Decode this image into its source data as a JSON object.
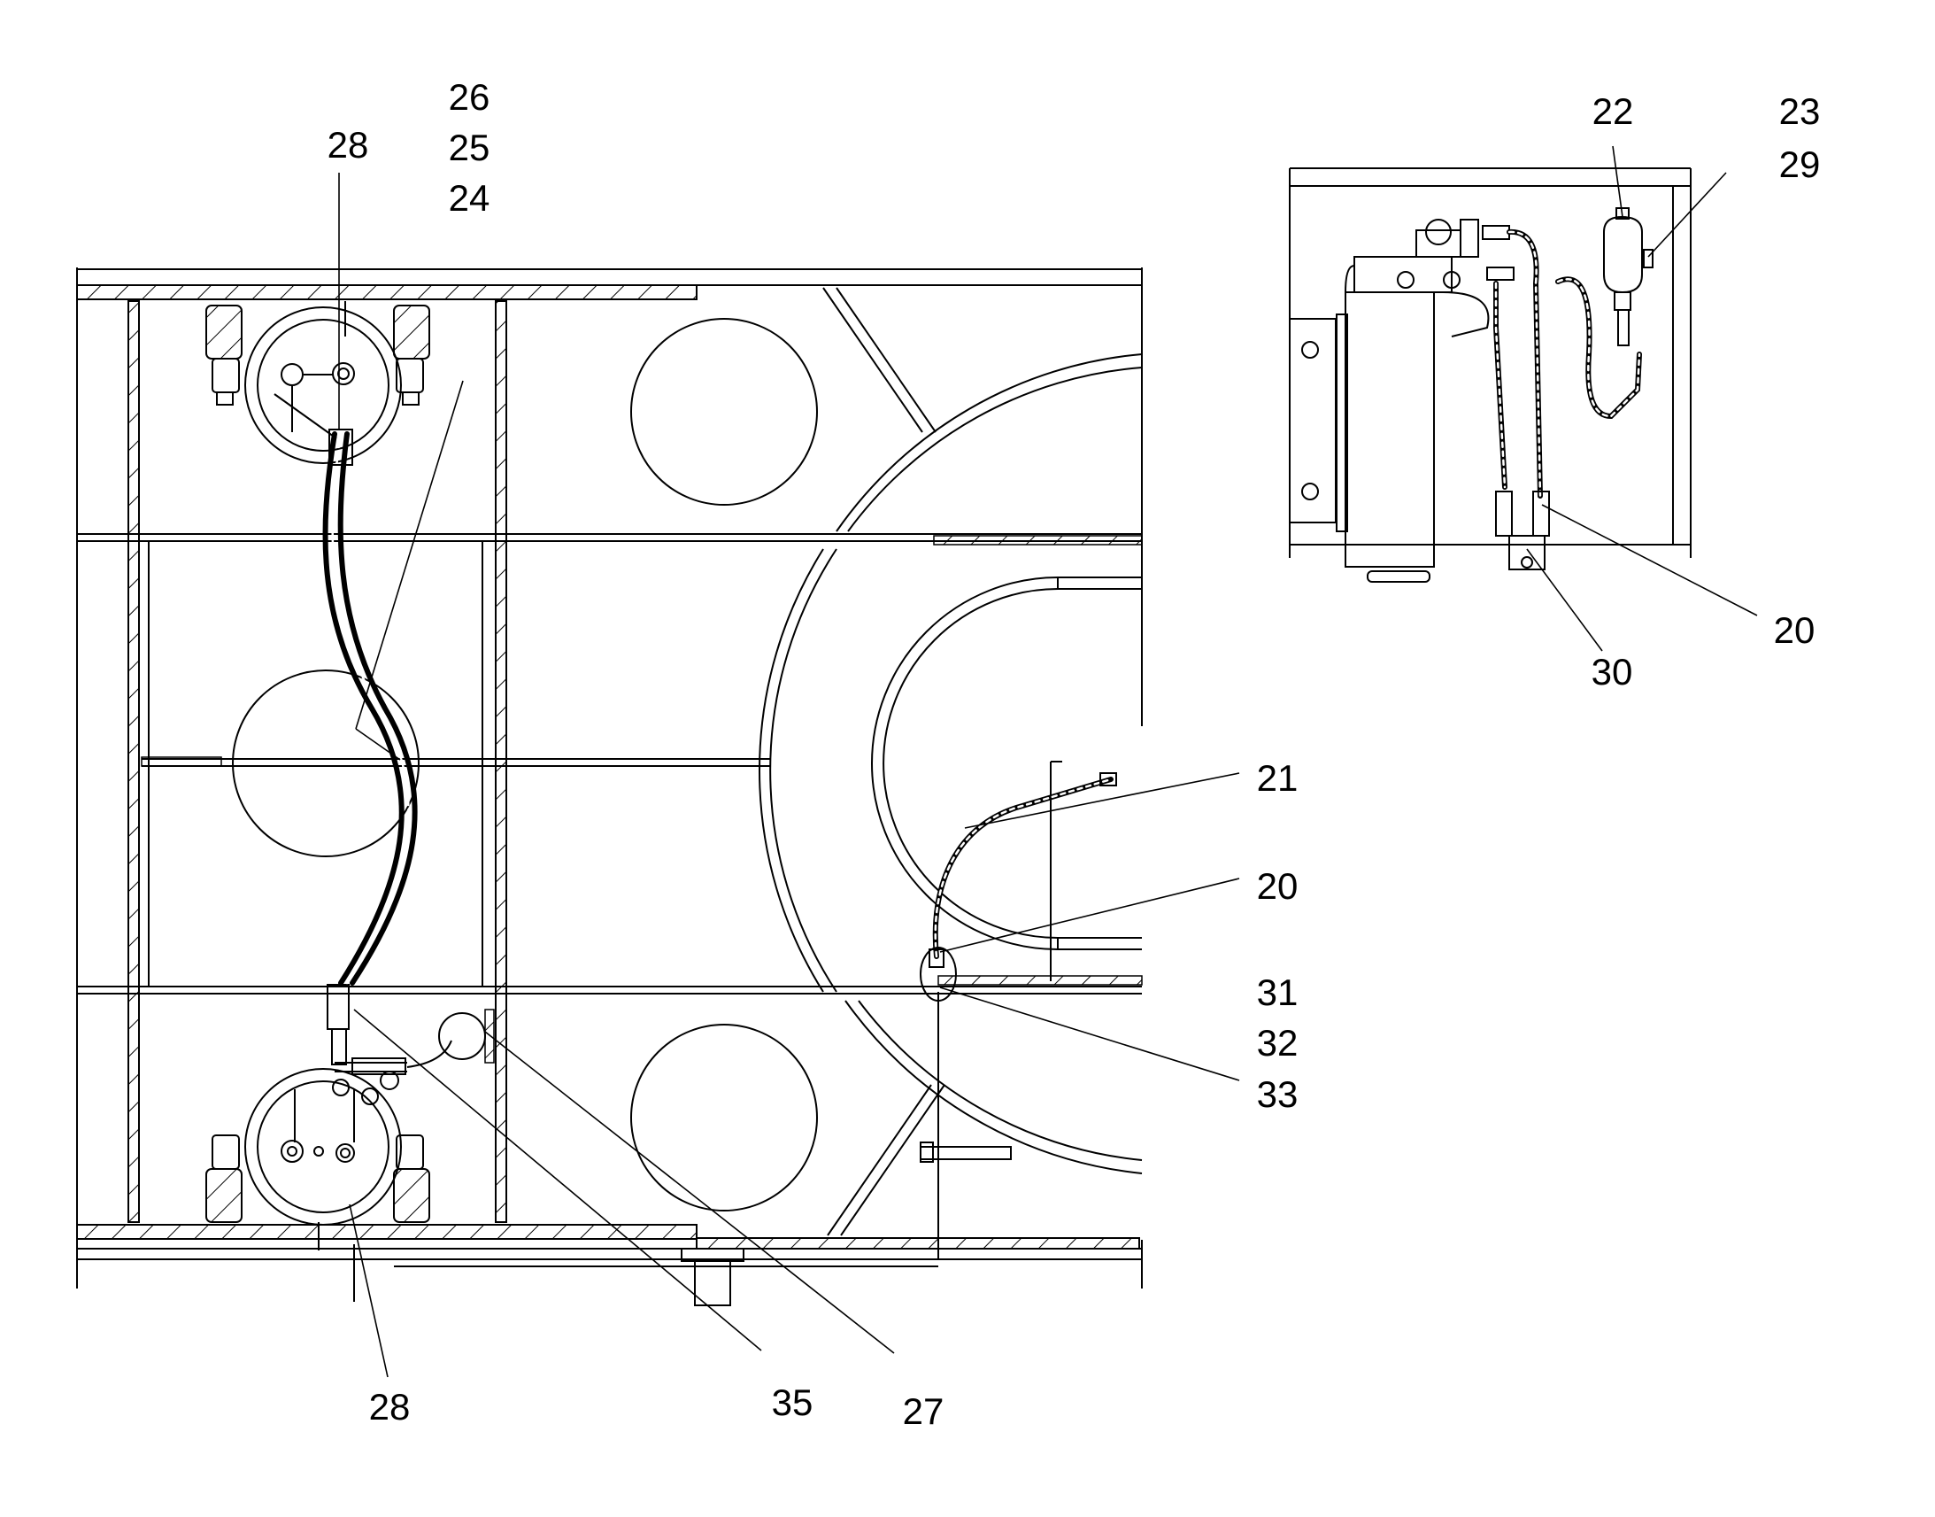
{
  "figure": {
    "callouts": [
      {
        "id": "c26",
        "text": "26"
      },
      {
        "id": "c25",
        "text": "25"
      },
      {
        "id": "c24",
        "text": "24"
      },
      {
        "id": "c28top",
        "text": "28"
      },
      {
        "id": "c22",
        "text": "22"
      },
      {
        "id": "c23",
        "text": "23"
      },
      {
        "id": "c29",
        "text": "29"
      },
      {
        "id": "c20inset",
        "text": "20"
      },
      {
        "id": "c30",
        "text": "30"
      },
      {
        "id": "c21",
        "text": "21"
      },
      {
        "id": "c20main",
        "text": "20"
      },
      {
        "id": "c31",
        "text": "31"
      },
      {
        "id": "c32",
        "text": "32"
      },
      {
        "id": "c33",
        "text": "33"
      },
      {
        "id": "c28bottom",
        "text": "28"
      },
      {
        "id": "c35",
        "text": "35"
      },
      {
        "id": "c27",
        "text": "27"
      }
    ]
  }
}
